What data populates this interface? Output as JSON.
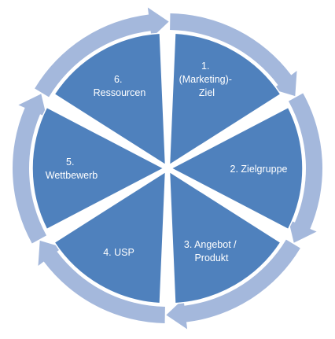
{
  "colors": {
    "segment_fill": "#4f81bd",
    "segment_stroke": "#ffffff",
    "arrow_ring": "#a4b8dc",
    "label_text": "#ffffff",
    "background": "#ffffff"
  },
  "segments": [
    {
      "lines": [
        "1.",
        "(Marketing)-",
        "Ziel"
      ]
    },
    {
      "lines": [
        "2. Zielgruppe"
      ]
    },
    {
      "lines": [
        "3. Angebot /",
        "Produkt"
      ]
    },
    {
      "lines": [
        "4. USP"
      ]
    },
    {
      "lines": [
        "5.",
        "Wettbewerb"
      ]
    },
    {
      "lines": [
        "6.",
        "Ressourcen"
      ]
    }
  ]
}
